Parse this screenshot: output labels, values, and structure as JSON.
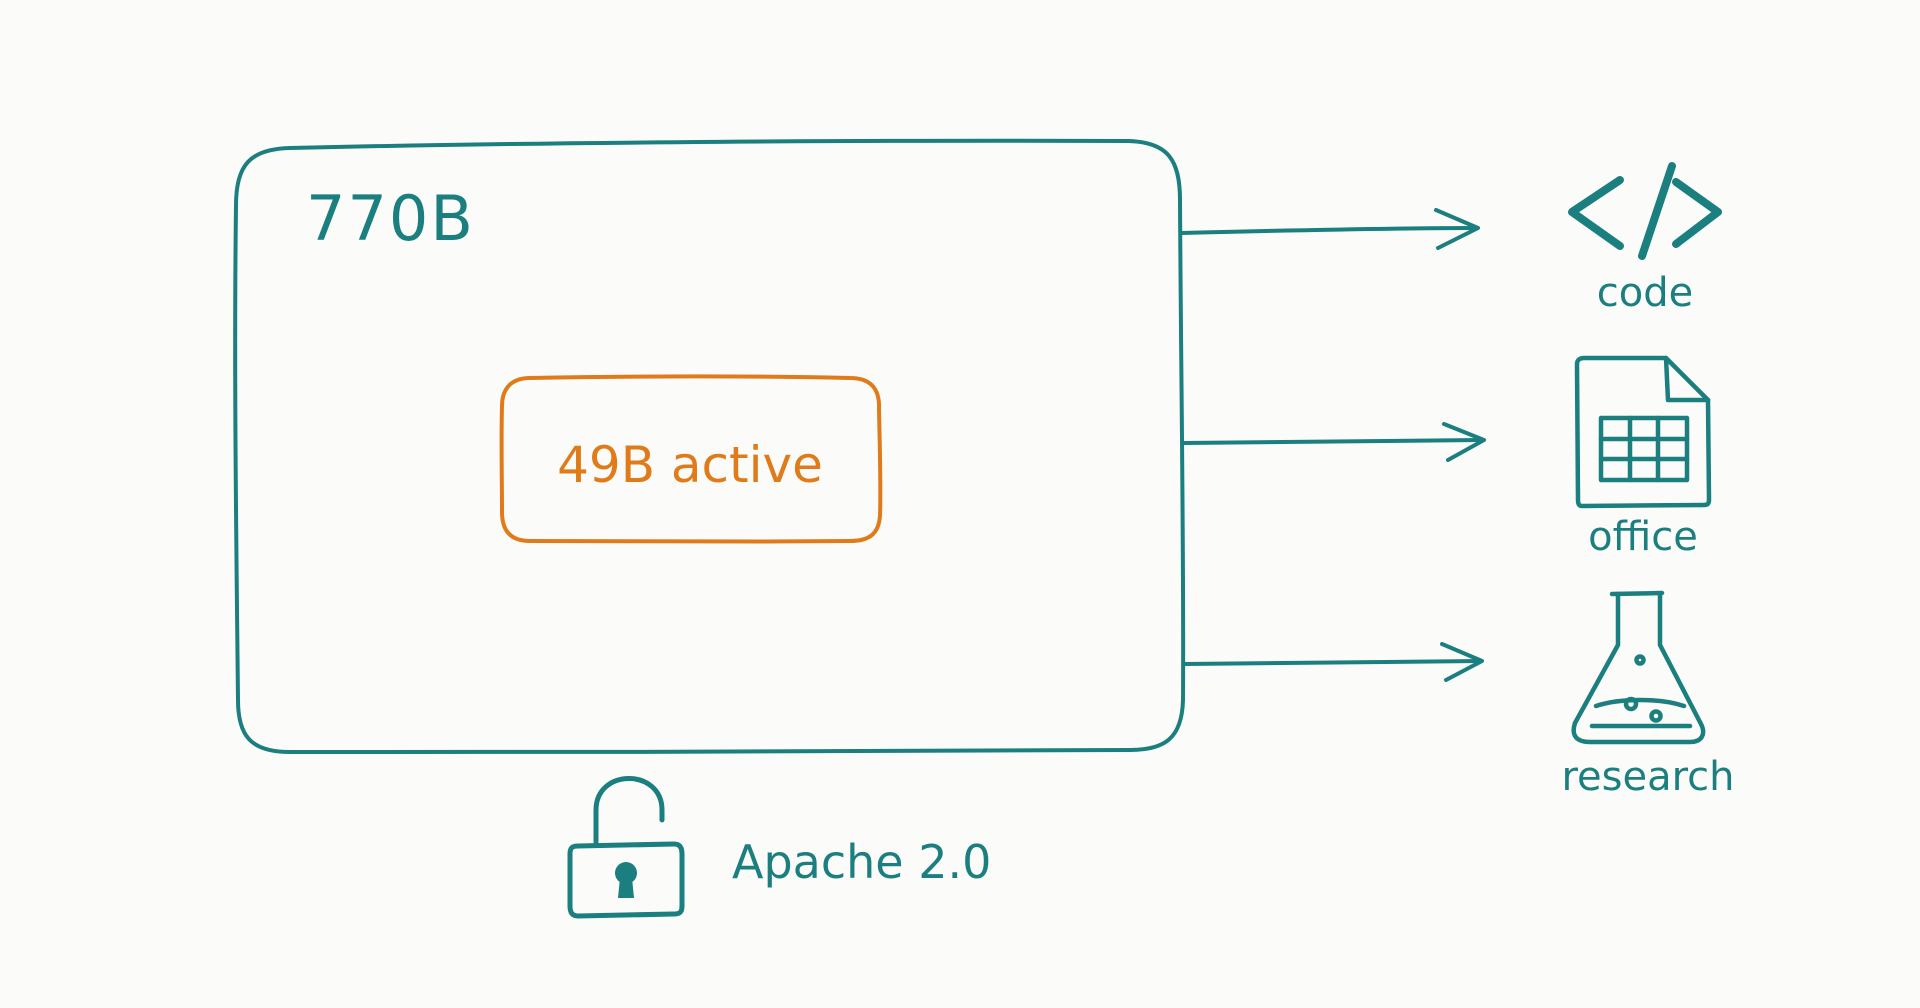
{
  "diagram": {
    "model_box": {
      "label": "770B"
    },
    "active_box": {
      "label": "49B active"
    },
    "outputs": [
      {
        "label": "code",
        "icon": "code-brackets-icon"
      },
      {
        "label": "office",
        "icon": "spreadsheet-document-icon"
      },
      {
        "label": "research",
        "icon": "flask-icon"
      }
    ],
    "license": {
      "label": "Apache 2.0",
      "icon": "unlocked-padlock-icon"
    }
  },
  "colors": {
    "teal": "#1b7f7f",
    "orange": "#e07b1a",
    "background": "#fbfbf9"
  }
}
